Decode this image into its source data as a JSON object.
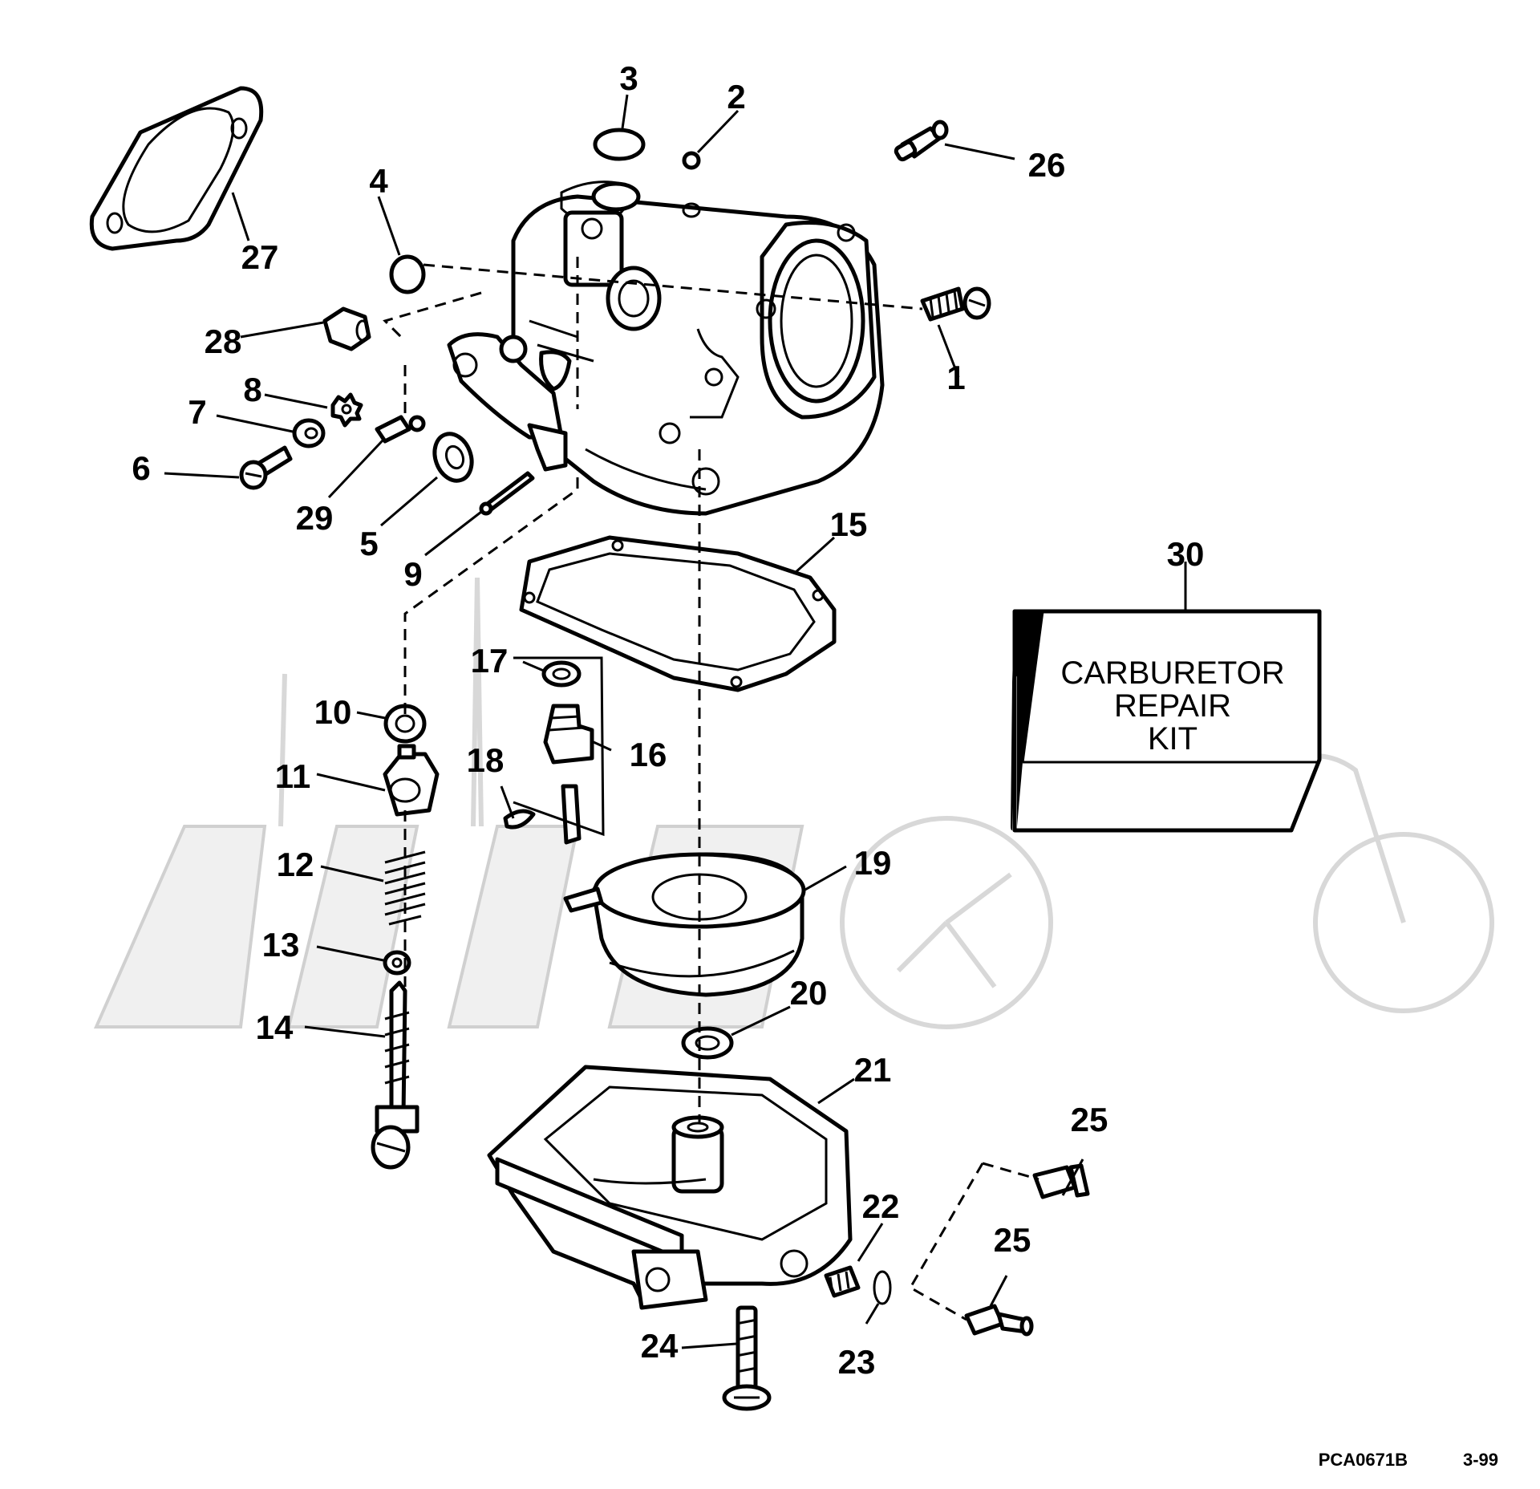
{
  "callouts": {
    "c1": "1",
    "c2": "2",
    "c3": "3",
    "c4": "4",
    "c5": "5",
    "c6": "6",
    "c7": "7",
    "c8": "8",
    "c9": "9",
    "c10": "10",
    "c11": "11",
    "c12": "12",
    "c13": "13",
    "c14": "14",
    "c15": "15",
    "c16": "16",
    "c17": "17",
    "c18": "18",
    "c19": "19",
    "c20": "20",
    "c21": "21",
    "c22": "22",
    "c23": "23",
    "c24": "24",
    "c25a": "25",
    "c25b": "25",
    "c26": "26",
    "c27": "27",
    "c28": "28",
    "c29": "29",
    "c30": "30"
  },
  "repair_kit": {
    "line1": "CARBURETOR",
    "line2": "REPAIR",
    "line3": "KIT"
  },
  "footer": {
    "code": "PCA0671B",
    "date": "3-99"
  }
}
